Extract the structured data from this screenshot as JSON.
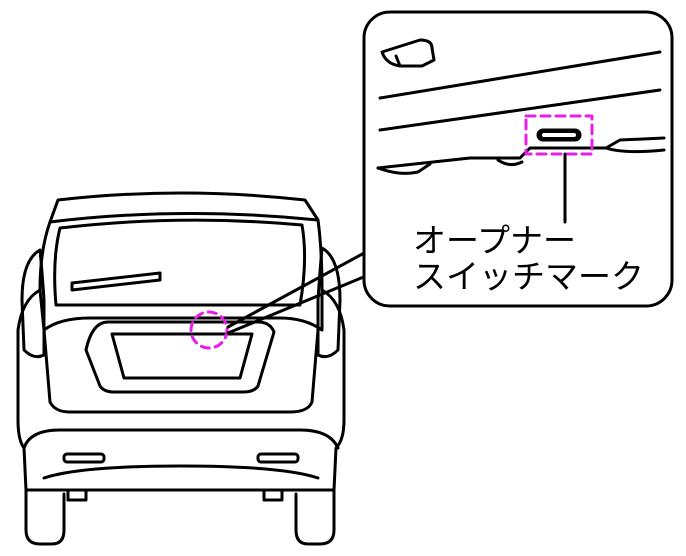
{
  "callout": {
    "label_line1": "オープナー",
    "label_line2": "スイッチマーク"
  },
  "colors": {
    "line": "#000000",
    "highlight": "#e61ee6",
    "background": "#ffffff"
  },
  "icons": [
    "car-rear-outline",
    "opener-switch-mark"
  ]
}
